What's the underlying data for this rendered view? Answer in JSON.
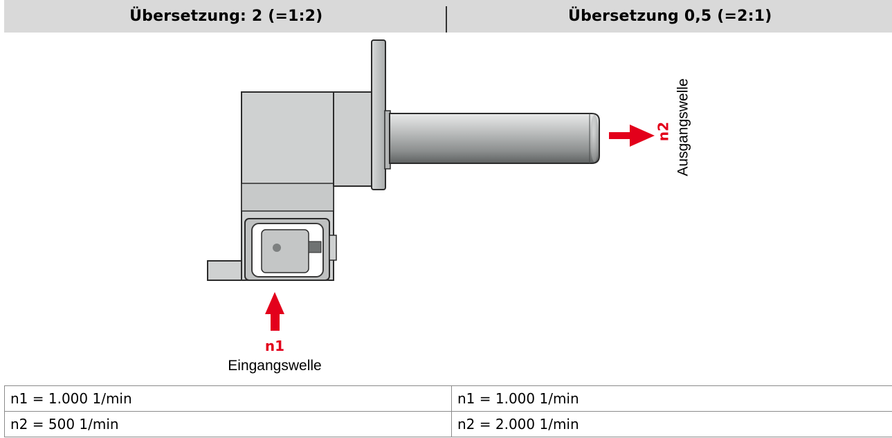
{
  "header": {
    "left": "Übersetzung: 2 (=1:2)",
    "right": "Übersetzung 0,5 (=2:1)"
  },
  "diagram": {
    "input_symbol": "n1",
    "input_label": "Eingangswelle",
    "output_symbol": "n2",
    "output_label": "Ausgangswelle",
    "colors": {
      "arrow": "#e3001b",
      "symbol": "#e3001b",
      "housing": "#cfd1d1",
      "outline": "#2b2b2b"
    }
  },
  "values": {
    "left": [
      "n1 = 1.000 1/min",
      "n2 = 500 1/min"
    ],
    "right": [
      "n1 = 1.000 1/min",
      "n2 = 2.000 1/min"
    ]
  }
}
